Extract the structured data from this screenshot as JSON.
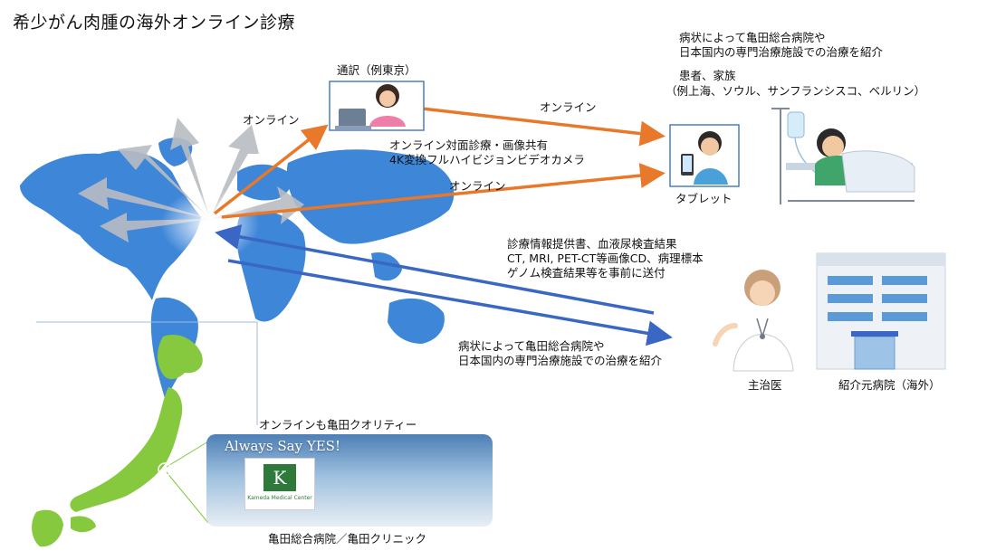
{
  "title": "希少がん肉腫の海外オンライン診療",
  "interpreter": {
    "label": "通訳（例東京）"
  },
  "online_left": "オンライン",
  "online_top": "オンライン",
  "online_mid": "オンライン",
  "video_caption": [
    "オンライン対面診療・画像共有",
    "4K変換フルハイビジョンビデオカメラ"
  ],
  "patient": {
    "referral_note": [
      "病状によって亀田総合病院や",
      "日本国内の専門治療施設での治療を紹介"
    ],
    "label": "患者、家族",
    "locations": "（例上海、ソウル、サンフランシスコ、ベルリン）"
  },
  "tablet_label": "タブレット",
  "records": [
    "診療情報提供書、血液尿検査結果",
    "CT, MRI, PET-CT等画像CD、病理標本",
    "ゲノム検査結果等を事前に送付"
  ],
  "referral_back": [
    "病状によって亀田総合病院や",
    "日本国内の専門治療施設での治療を紹介"
  ],
  "doctor_label": "主治医",
  "hospital_label": "紹介元病院（海外）",
  "kameda": {
    "quality": "オンラインも亀田クオリティー",
    "slogan": "Always Say YES!",
    "logo_text": "Kameda Medical Center",
    "label": "亀田総合病院／亀田クリニック"
  },
  "colors": {
    "orange": "#e8782a",
    "blue": "#3a66c4",
    "map_blue": "#3d86d8",
    "japan_green": "#86c83e",
    "box_border": "#4a7ebf"
  }
}
